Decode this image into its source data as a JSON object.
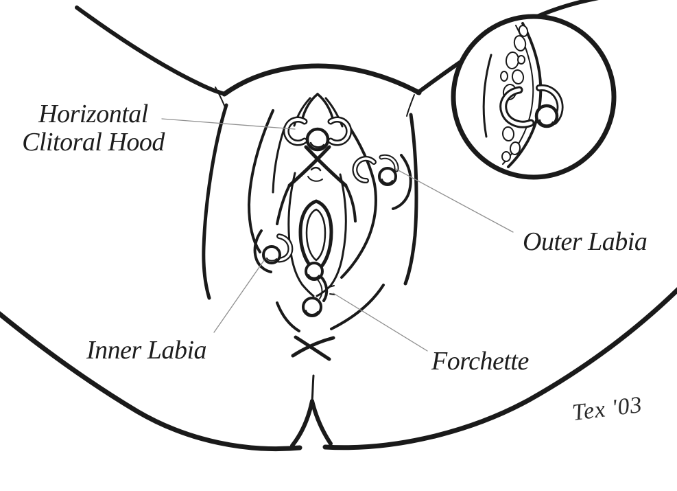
{
  "illustration": {
    "subject": "Female genital piercing placement line drawing",
    "background_color": "#ffffff",
    "ink_color": "#1a1a1a",
    "leader_line_color": "#909090",
    "elements": [
      "horizontal clitoral hood ring piercing",
      "outer labia ring piercing",
      "inner labia ring piercing",
      "forchette curved barbell piercing",
      "magnified-detail-inset-circle"
    ]
  },
  "labels": {
    "clitoral_hood_line1": "Horizontal",
    "clitoral_hood_line2": "Clitoral Hood",
    "outer_labia": "Outer Labia",
    "inner_labia": "Inner Labia",
    "forchette": "Forchette"
  },
  "signature": "Tex '03"
}
